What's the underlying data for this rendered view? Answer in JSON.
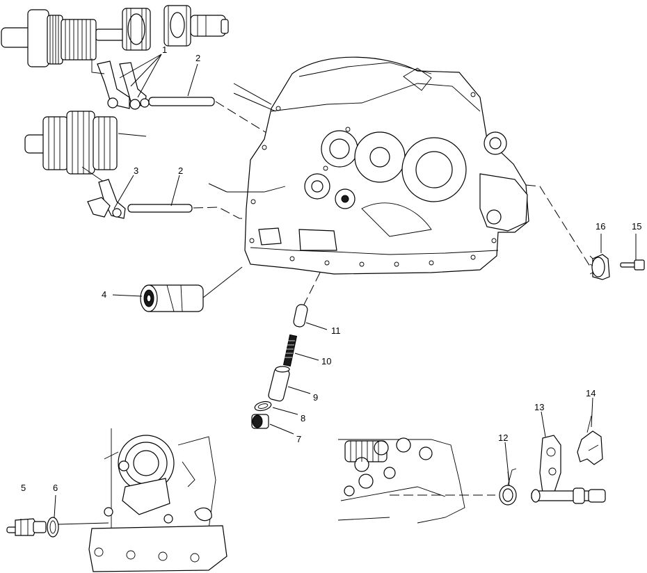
{
  "callouts": [
    {
      "id": "1",
      "label": "1"
    },
    {
      "id": "2a",
      "label": "2"
    },
    {
      "id": "2b",
      "label": "2"
    },
    {
      "id": "3",
      "label": "3"
    },
    {
      "id": "4",
      "label": "4"
    },
    {
      "id": "5",
      "label": "5"
    },
    {
      "id": "6",
      "label": "6"
    },
    {
      "id": "7",
      "label": "7"
    },
    {
      "id": "8",
      "label": "8"
    },
    {
      "id": "9",
      "label": "9"
    },
    {
      "id": "10",
      "label": "10"
    },
    {
      "id": "11",
      "label": "11"
    },
    {
      "id": "12",
      "label": "12"
    },
    {
      "id": "13",
      "label": "13"
    },
    {
      "id": "14",
      "label": "14"
    },
    {
      "id": "15",
      "label": "15"
    },
    {
      "id": "16",
      "label": "16"
    }
  ]
}
